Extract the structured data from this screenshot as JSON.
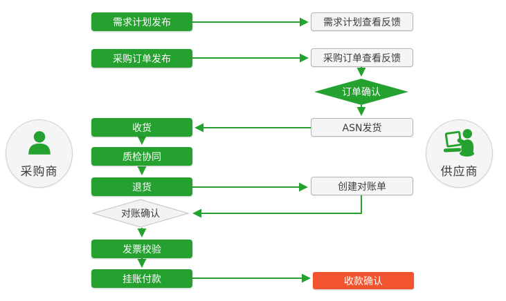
{
  "palette": {
    "green": "#24a12f",
    "red": "#f2542f",
    "white_box_bg": "#f5f5f5",
    "white_box_border": "#b3b3b3",
    "diamond_gray_bg": "#f2f2f2",
    "diamond_gray_border": "#c4c4c4",
    "text_dark": "#3d3d3d"
  },
  "actors": {
    "buyer": {
      "label": "采购商"
    },
    "supplier": {
      "label": "供应商"
    }
  },
  "nodes": {
    "demand_plan_publish": "需求计划发布",
    "purchase_order_publish": "采购订单发布",
    "receiving": "收货",
    "quality_collab": "质检协同",
    "returns": "退货",
    "reconcile_confirm": "对账确认",
    "invoice_check": "发票校验",
    "account_payment": "挂账付款",
    "demand_plan_feedback": "需求计划查看反馈",
    "purchase_order_feedback": "采购订单查看反馈",
    "order_confirm": "订单确认",
    "asn_shipping": "ASN发货",
    "create_statement": "创建对账单",
    "receipt_confirm": "收款确认"
  }
}
